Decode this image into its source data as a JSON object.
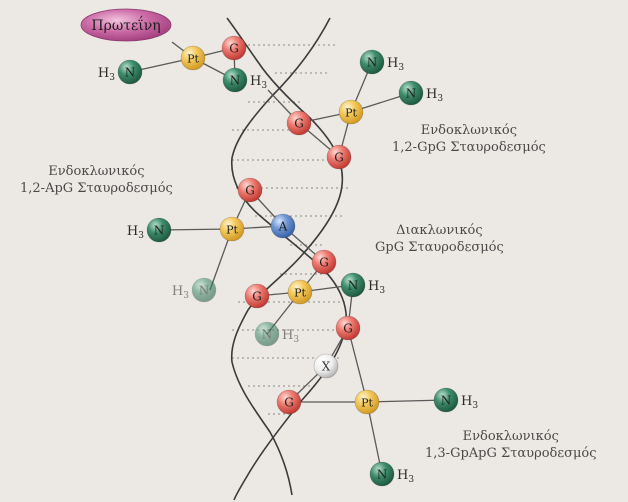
{
  "protein_label": "Πρωτεΐνη",
  "colors": {
    "background": "#ece8e3",
    "guanine": "#e4574f",
    "adenine": "#4f7fc3",
    "platinum": "#f0be4a",
    "nitrogen": "#2f7a5c",
    "unknown": "#f2f2f2",
    "protein": "#c05898",
    "strand": "#3b3b3b",
    "bond": "#5a5a5a"
  },
  "atoms": {
    "N": "N",
    "H3": "H",
    "H3_sub": "3",
    "Pt": "Pt",
    "G": "G",
    "A": "A",
    "X": "X"
  },
  "labels": [
    {
      "line1": "Ενδοκλωνικός",
      "line2": "1,2-GpG Σταυροδεσμός"
    },
    {
      "line1": "Ενδοκλωνικός",
      "line2": "1,2-ApG Σταυροδεσμός"
    },
    {
      "line1": "Διακλωνικός",
      "line2": "GpG Σταυροδεσμός"
    },
    {
      "line1": "Ενδοκλωνικός",
      "line2": "1,3-GpApG Σταυροδεσμός"
    }
  ]
}
